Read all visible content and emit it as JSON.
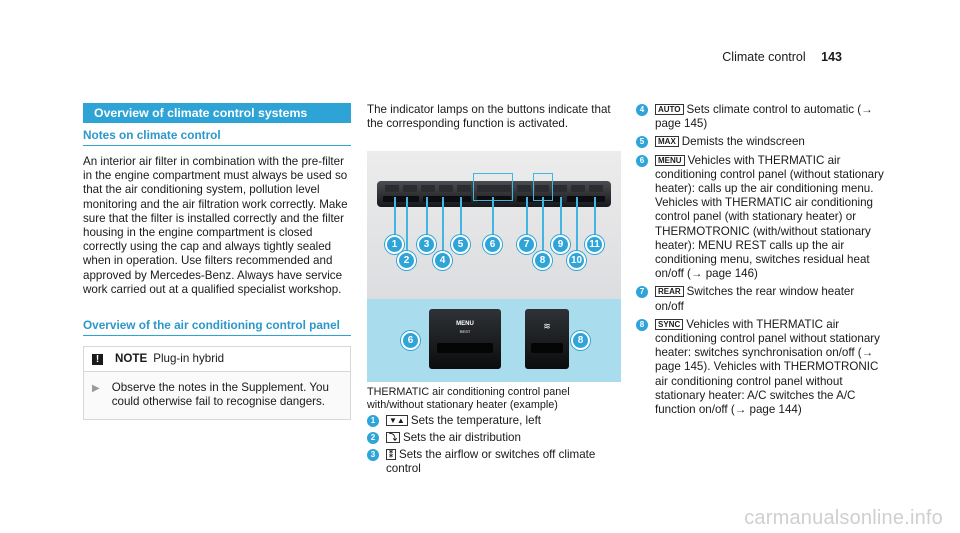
{
  "header": {
    "title": "Climate control",
    "page": "143"
  },
  "col1": {
    "section_title": "Overview of climate control systems",
    "notes_heading": "Notes on climate control",
    "notes_paragraph": "An interior air filter in combination with the pre-filter in the engine compartment must always be used so that the air conditioning system, pollution level monitoring and the air filtration work correctly. Make sure that the filter is installed correctly and the filter housing in the engine compartment is closed correctly using the cap and always tightly sealed when in operation. Use filters recommended and approved by Mercedes-Benz. Always have service work carried out at a qualified specialist workshop.",
    "overview_heading": "Overview of the air conditioning control panel",
    "note": {
      "icon": "!",
      "label": "NOTE",
      "title": "Plug-in hybrid",
      "arrow": "▶",
      "text": "Observe the notes in the Supplement. You could otherwise fail to recognise dangers."
    }
  },
  "col2": {
    "intro": "The indicator lamps on the buttons indicate that the corresponding function is activated.",
    "figure": {
      "callouts": [
        "1",
        "2",
        "3",
        "4",
        "5",
        "6",
        "7",
        "8",
        "9",
        "10",
        "11"
      ],
      "zoom_left": {
        "label": "MENU",
        "sublabel": "REST",
        "callout": "6"
      },
      "zoom_right": {
        "icon": "≋",
        "callout": "8"
      }
    },
    "caption": "THERMATIC air conditioning control panel with/without stationary heater (example)",
    "items": [
      {
        "num": "1",
        "sym": "▼▲",
        "text": "Sets the temperature, left"
      },
      {
        "num": "2",
        "sym": "⤵",
        "text": "Sets the air distribution"
      },
      {
        "num": "3",
        "sym": "⁑",
        "text": "Sets the airflow or switches off climate control"
      }
    ]
  },
  "col3": {
    "items": [
      {
        "num": "4",
        "sym": "AUTO",
        "text": "Sets climate control to automatic (→ page 145)"
      },
      {
        "num": "5",
        "sym": "MAX",
        "text": "Demists the windscreen"
      },
      {
        "num": "6",
        "sym": "MENU",
        "text": "Vehicles with THERMATIC air conditioning control panel (without stationary heater): calls up the air conditioning menu. Vehicles with THERMATIC air conditioning control panel (with stationary heater) or THERMOTRONIC (with/without stationary heater): MENU REST calls up the air conditioning menu, switches residual heat on/off (→ page 146)"
      },
      {
        "num": "7",
        "sym": "REAR",
        "text": "Switches the rear window heater on/off"
      },
      {
        "num": "8",
        "sym": "SYNC",
        "text": "Vehicles with THERMATIC air conditioning control panel without stationary heater: switches synchronisation on/off (→ page 145). Vehicles with THERMOTRONIC air conditioning control panel without stationary heater: A/C switches the A/C function on/off (→ page 144)"
      }
    ]
  },
  "watermark": "carmanualsonline.info"
}
